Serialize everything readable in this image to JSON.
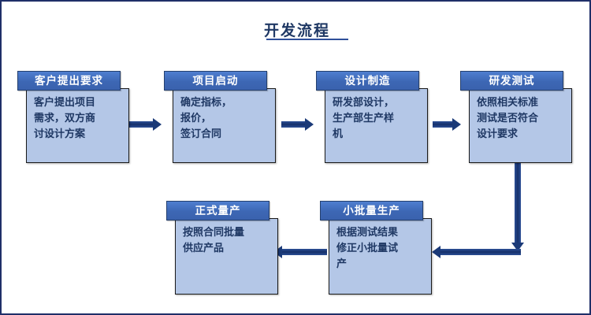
{
  "diagram": {
    "title": "开发流程",
    "nodes": [
      {
        "id": "customer-request",
        "header": "客户提出要求",
        "body": "客户提出项目\n需求，双方商\n讨设计方案"
      },
      {
        "id": "project-kickoff",
        "header": "项目启动",
        "body": "确定指标，\n报价，\n签订合同"
      },
      {
        "id": "design-manufacture",
        "header": "设计制造",
        "body": "研发部设计，\n生产部生产样\n机"
      },
      {
        "id": "rd-testing",
        "header": "研发测试",
        "body": "依照相关标准\n测试是否符合\n设计要求"
      },
      {
        "id": "mass-production",
        "header": "正式量产",
        "body": "按照合同批量\n供应产品"
      },
      {
        "id": "small-batch-production",
        "header": "小批量生产",
        "body": "根据测试结果\n修正小批量试\n产"
      }
    ],
    "connectors": [
      {
        "id": "customer-request-to-project-kickoff",
        "direction": "right"
      },
      {
        "id": "project-kickoff-to-design-manufacture",
        "direction": "right"
      },
      {
        "id": "design-manufacture-to-rd-testing",
        "direction": "right"
      },
      {
        "id": "rd-testing-to-small-batch-production",
        "direction": "down-then-left"
      },
      {
        "id": "small-batch-production-to-mass-production",
        "direction": "left"
      }
    ],
    "colors": {
      "header_fill": "#3d67b4",
      "body_fill": "#b4c7e7",
      "arrow": "#1b3a78",
      "title_text": "#1f3864",
      "frame_border": "#1f2f68"
    }
  }
}
